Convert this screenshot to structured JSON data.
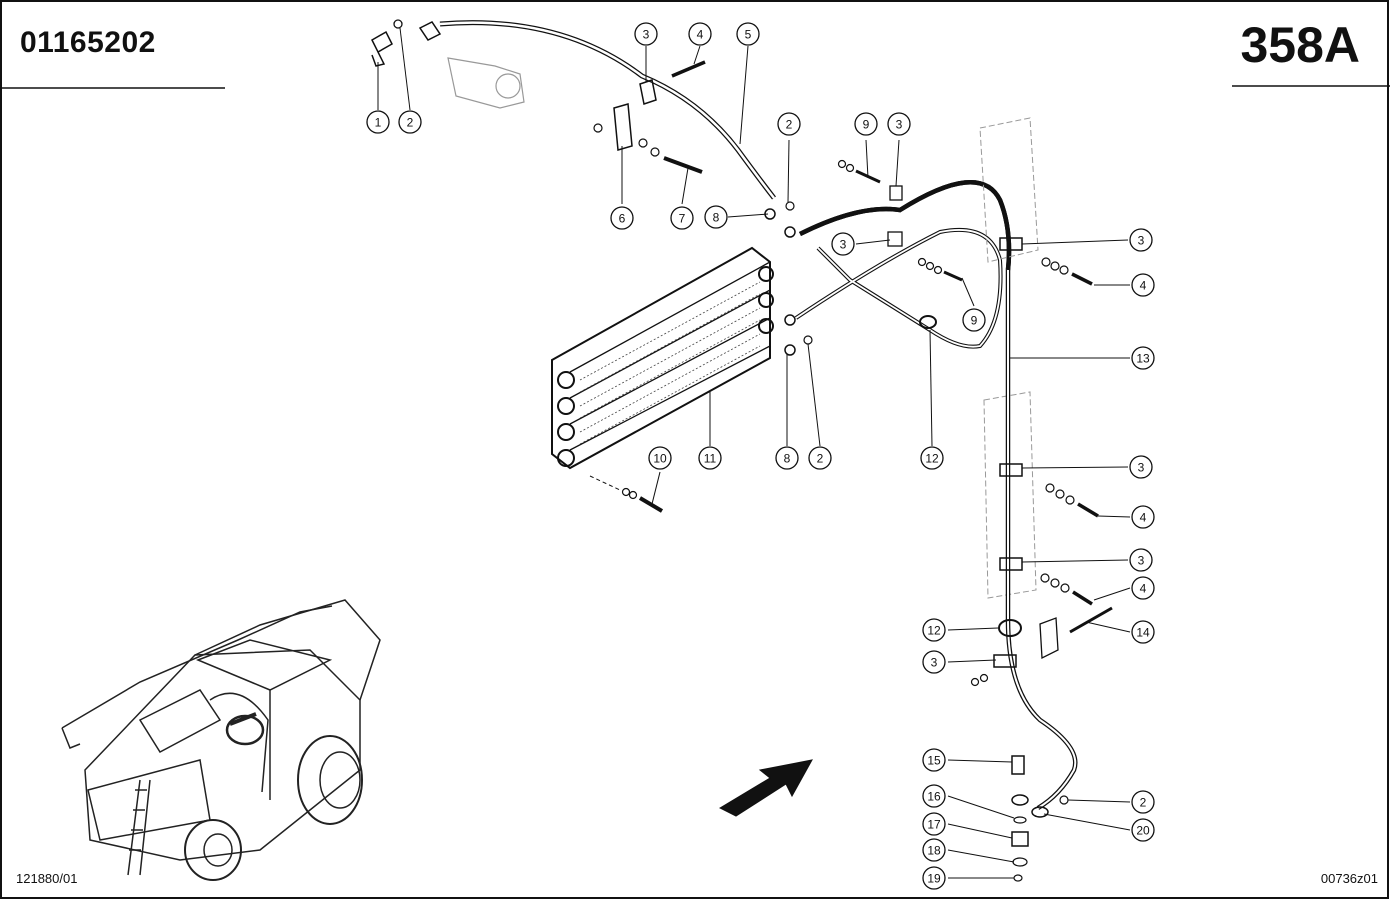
{
  "header": {
    "part_number": "01165202",
    "page_code": "358A"
  },
  "footer": {
    "left_ref": "121880/01",
    "right_ref": "00736z01"
  },
  "callouts": [
    {
      "label": "1"
    },
    {
      "label": "2"
    },
    {
      "label": "3"
    },
    {
      "label": "4"
    },
    {
      "label": "5"
    },
    {
      "label": "2"
    },
    {
      "label": "9"
    },
    {
      "label": "3"
    },
    {
      "label": "6"
    },
    {
      "label": "7"
    },
    {
      "label": "8"
    },
    {
      "label": "3"
    },
    {
      "label": "3"
    },
    {
      "label": "4"
    },
    {
      "label": "9"
    },
    {
      "label": "13"
    },
    {
      "label": "10"
    },
    {
      "label": "11"
    },
    {
      "label": "8"
    },
    {
      "label": "2"
    },
    {
      "label": "12"
    },
    {
      "label": "3"
    },
    {
      "label": "4"
    },
    {
      "label": "3"
    },
    {
      "label": "4"
    },
    {
      "label": "12"
    },
    {
      "label": "14"
    },
    {
      "label": "3"
    },
    {
      "label": "15"
    },
    {
      "label": "16"
    },
    {
      "label": "2"
    },
    {
      "label": "17"
    },
    {
      "label": "20"
    },
    {
      "label": "18"
    },
    {
      "label": "19"
    }
  ]
}
